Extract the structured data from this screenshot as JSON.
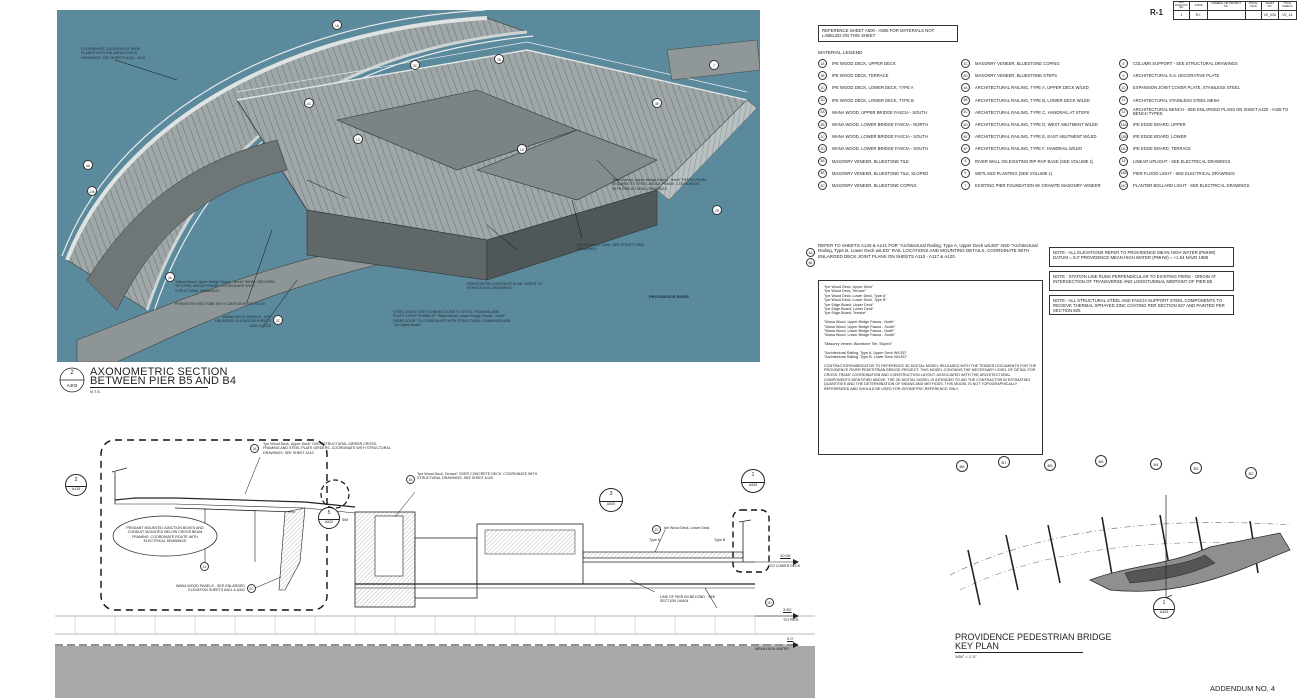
{
  "render": {
    "callouts": {
      "top_left": "COORDINATE LOCATION OF WIDE PLANKS WITH ENLARGED DECK DRAWINGS. SEE SHEETS A110 - A115",
      "fascia_north_right": "\"Wana Wood, Upper Bridge Fascia - North\" FASCIA PANEL SECURED TO STEEL ANGLE FRAME. COORDINATE WITH STRUCTURAL DRAWINGS",
      "fascia_north_left": "\"Wana Wood, Upper Bridge Fascia - North\" PANEL SECURED TO STEEL ANGLE FRAME. COORDINATE WITH STRUCTURAL DRAWINGS",
      "perimeter": "PERIMETER HSS TUBE WITH CANTILEVERED PLATE",
      "wana_panels": "WANA WOOD PANELS - SEE ENLARGED ELEVATION SHEETS A301 & A302",
      "slab": "REINFORCED CONCRETE SLAB. REFER TO STRUCTURAL DRAWINGS",
      "steel_angle": "STEEL ANGLE WITH CONNECTIONS TO STEEL FRAMING AND PLATE STRAP FRAME AT \"Wana Wood, Lower Bridge Fascia - North\". FABRICATOR TO COORDINATE WITH STRUCTURAL DRAWINGS AND \"3d Digital Model\"",
      "geofoam": "GEOFOAM AT VOID. SEE STRUCTURAL DRAWINGS",
      "river": "PROVIDENCE RIVER"
    },
    "tags": {
      "t2a": "2A",
      "t3c": "3C",
      "t2c": "2C",
      "t2d": "2D",
      "t1a": "1A",
      "t1b": "1B",
      "t1c": "1C",
      "t1d": "1D",
      "t4a": "4A",
      "t4e": "4E",
      "t7": "7",
      "t13": "13b",
      "t11": "1A",
      "t4c": "4C"
    }
  },
  "axo_title": {
    "number": "2",
    "sheet": "A403",
    "line1": "AXONOMETRIC SECTION",
    "line2": "BETWEEN PIER B5 AND B4",
    "scale": "N.T.S."
  },
  "section": {
    "upper_deck_note": "\"Ipe Wood Deck, Upper Deck\" OVER STRUCTURAL GIRDER CROSS-FRAMING AND STEEL PLATE GIRDERS. COORDINATE WITH STRUCTURAL DRAWINGS. SEE SHEET A110",
    "terrace_note": "\"Ipe Wood Deck, Terrace\" OVER CONCRETE DECK. COORDINATE WITH STRUCTURAL DRAWINGS. SEE SHEET A120",
    "lower_deck_tag": "1C",
    "lower_deck_label": "Ipe Wood Deck, Lower Deck",
    "type_a": "Type A",
    "type_b": "Type B",
    "pendant_note": "PENDANT MOUNTED JUNCTION BOXES AND CONDUIT MOUNTED BELOW CROSS BEAM FRAMING. COORDINATE ROUTE WITH ELECTRICAL DRAWINGS",
    "wana_note": "WANA WOOD PANELS - SEE ENLARGED ELEVATION SHEETS A301 & A302",
    "pier_line": "LINE OF PIER B4 BEYOND - SEE SECTION 1/A404",
    "elev1_value": "10.00'",
    "elev1_label": "T/O LOWER DECK",
    "elev2_value": "3.50'",
    "elev2_label": "T/O PIER",
    "elev3_value": "0.0'",
    "elev3_label": "MEAN HIGH WATER",
    "ref_2": "2",
    "ref_2_sheet": "A415",
    "ref_5": "5",
    "ref_5_sheet": "A520",
    "ref_5_sim": "SIM",
    "ref_3": "3",
    "ref_3_sheet": "A500",
    "ref_1": "1",
    "ref_1_sheet": "A530",
    "tag_1a": "1A",
    "tag_1b": "1B",
    "tag_11": "11",
    "tag_2c": "2C",
    "tag_2d": "2D"
  },
  "title_block": {
    "headers": [
      "FED. ROAD DIV. NO.",
      "STATE",
      "FEDERAL AID PROJECT NO.",
      "FISCAL YEAR",
      "SHEET NO.",
      "TOTAL SHEETS"
    ],
    "values": [
      "1",
      "R.I.",
      "",
      "",
      "V2_034",
      "V2_14"
    ],
    "revision": "R-1"
  },
  "reference_note": "REFERENCE SHEET A500 - A505 FOR MATERIALS NOT LABELED ON THIS SHEET",
  "legend": {
    "title": "MATERIAL LEGEND",
    "col1": [
      {
        "tag": "1A",
        "label": "IPE WOOD DECK, UPPER DECK"
      },
      {
        "tag": "1B",
        "label": "IPE WOOD DECK, TERRACE"
      },
      {
        "tag": "1C",
        "label": "IPE WOOD DECK, LOWER DECK, TYPE A"
      },
      {
        "tag": "1D",
        "label": "IPE WOOD DECK, LOWER DECK, TYPE B"
      },
      {
        "tag": "2A",
        "label": "WANA WOOD, UPPER BRIDGE FASCIA - SOUTH"
      },
      {
        "tag": "2B",
        "label": "WANA WOOD, LOWER BRIDGE FASCIA - NORTH"
      },
      {
        "tag": "2C",
        "label": "WANA WOOD, LOWER BRIDGE FASCIA - SOUTH"
      },
      {
        "tag": "2D",
        "label": "WANA WOOD, LOWER BRIDGE FASCIA - SOUTH"
      },
      {
        "tag": "3A",
        "label": "MASONRY VENEER, BLUESTONE TILE"
      },
      {
        "tag": "3B",
        "label": "MASONRY VENEER, BLUESTONE TILE, SLOPED"
      },
      {
        "tag": "3C",
        "label": "MASONRY VENEER, BLUESTONE COPING"
      }
    ],
    "col2": [
      {
        "tag": "3C",
        "label": "MASONRY VENEER, BLUESTONE COPING"
      },
      {
        "tag": "3D",
        "label": "MASONRY VENEER, BLUESTONE STEPS"
      },
      {
        "tag": "4A",
        "label": "ARCHITECTURAL RAILING, TYPE A, UPPER DECK w/LED"
      },
      {
        "tag": "4B",
        "label": "ARCHITECTURAL RAILING, TYPE B, LOWER DECK w/LED"
      },
      {
        "tag": "4C",
        "label": "ARCHITECTURAL RAILING, TYPE C, HANDRAIL AT STEPS"
      },
      {
        "tag": "4D",
        "label": "ARCHITECTURAL RAILING, TYPE D, WEST ABUTMENT w/LED"
      },
      {
        "tag": "4E",
        "label": "ARCHITECTURAL RAILING, TYPE E, EAST ABUTMENT w/LED"
      },
      {
        "tag": "4F",
        "label": "ARCHITECTURAL RAILING, TYPE F, HANDRAIL w/LED"
      },
      {
        "tag": "5",
        "label": "RIVER WALL ON EXISTING RIP-RAP BASE (SEE VOLUME 1)"
      },
      {
        "tag": "6",
        "label": "WETLAND PLANTING (SEE VOLUME 1)"
      },
      {
        "tag": "7",
        "label": "EXISTING PIER FOUNDATION W/ GRANITE MASONRY VENEER"
      }
    ],
    "col3": [
      {
        "tag": "8",
        "label": "COLUMN SUPPORT - SEE STRUCTURAL DRAWINGS"
      },
      {
        "tag": "9",
        "label": "ARCHITECTURAL S.S. DECORATIVE PLATE"
      },
      {
        "tag": "10",
        "label": "EXPANSION JOINT COVER PLATE, STAINLESS STEEL"
      },
      {
        "tag": "11",
        "label": "ARCHITECTURAL STAINLESS STEEL MESH"
      },
      {
        "tag": "12",
        "label": "ARCHITECTURAL BENCH - SEE ENLARGED PLANS ON SHEET A420 - A435 TO BENCH TYPES"
      },
      {
        "tag": "13a",
        "label": "IPE EDGE BOARD, UPPER"
      },
      {
        "tag": "13b",
        "label": "IPE EDGE BOARD, LOWER"
      },
      {
        "tag": "13c",
        "label": "IPE EDGE BOARD, TERRACE"
      },
      {
        "tag": "14",
        "label": "LINEAR UPLIGHT - SEE ELECTRICAL DRAWINGS"
      },
      {
        "tag": "14b",
        "label": "PIER FLOOD LIGHT - SEE ELECTRICAL DRAWINGS"
      },
      {
        "tag": "14c",
        "label": "PLANTER BOLLARD LIGHT - SEE ELECTRICAL DRAWINGS"
      }
    ]
  },
  "railing_note": {
    "tag_a": "4A",
    "tag_b": "4B",
    "text": "REFER TO SHEETS A140 & A141 FOR \"Architectural Railing, Type A, Upper Deck w/LED\" AND \"Architectural Railing, Type B, Lower Deck w/LED\" RAIL LOCATIONS AND MOUNTING DETAILS. COORDINATE WITH ENLARGED DECK JOINT PLANS ON SHEETS A110 - A117 & A120."
  },
  "notes_right": [
    "NOTE - ALL ELEVATIONS REFER TO PROVIDENCE MEAN HIGH WATER (PMHW) DATUM = 0.0' PROVIDENCE MEAN HIGH WATER (PMHW) = +1.54 NAVD 1988",
    "NOTE - STATION LINE RUNS PERPENDICULAR TO EXISTING PIERS - ORIGIN AT INTERSECTION OF TRANSVERSE AND LONGITUDINAL MIDPOINT OF PIER B5",
    "NOTE - ALL STRUCTURAL STEEL AND FASCIA SUPPORT STEEL COMPONENTS TO RECIEVE THERMAL SPRAYED ZINC COATING PER SECTION 827 AND PAINTED PER SECTION 825"
  ],
  "model_box": {
    "items": [
      "\"Ipe Wood Deck, Upper Deck\"",
      "\"Ipe Wood Deck, Terrace\"",
      "\"Ipe Wood Deck, Lower Deck, Type A\"",
      "\"Ipe Wood Deck, Lower Deck, Type B\"",
      "\"Ipe Edge Board, Upper Deck\"",
      "\"Ipe Edge Board, Lower Deck\"",
      "\"Ipe Edge Board, Terrace\"",
      "",
      "\"Wana Wood, Upper Bridge Fascia - North\"",
      "\"Wana Wood, Upper Bridge Fascia - South\"",
      "\"Wana Wood, Lower Bridge Fascia - North\"",
      "\"Wana Wood, Lower Bridge Fascia - South\"",
      "",
      "\"Masonry Veneer, Bluestone Tile, Sloped\"",
      "",
      "\"Architectural Railing, Type A, Upper Deck W/LED\"",
      "\"Architectural Railing, Type B, Lower Deck W/LED\""
    ],
    "paragraph": "CONTRACTOR/FABRICATOR TO REFERENCE 3D DIGITAL MODEL RELEASED WITH THE TENDER DOCUMENTS FOR THE PROVIDENCE RIVER PEDESTRIAN BRIDGE PROJECT. THIS MODEL CONTAINS THE NECESSARY LEVEL OF DETAIL FOR CROSS-TRADE COORDINATION AND CONSTRUCTION LAYOUT. ASSOCIATED WITH THE ARCHITECTURAL COMPONENTS IDENTIFIED ABOVE. THE 3D DIGITAL MODEL IS INTENDED TO AID THE CONTRACTOR IN ESTIMATING QUANTITIES AND THE DETERMINATION OF MEANS AND METHODS. THIS MODEL IS NOT TOPOGRAPHICALLY REFERENCED AND SHOULD BE USED FOR GEOMETRIC REFERENCE ONLY."
  },
  "key_plan": {
    "piers": [
      "B8",
      "B7",
      "B6",
      "B5",
      "B4",
      "B3",
      "B2"
    ],
    "ref_number": "1",
    "ref_sheet": "A403",
    "title1": "PROVIDENCE PEDESTRIAN BRIDGE",
    "title2": "KEY PLAN",
    "scale": "1/64\" = 1'-0\""
  },
  "addendum": "ADDENDUM NO. 4"
}
